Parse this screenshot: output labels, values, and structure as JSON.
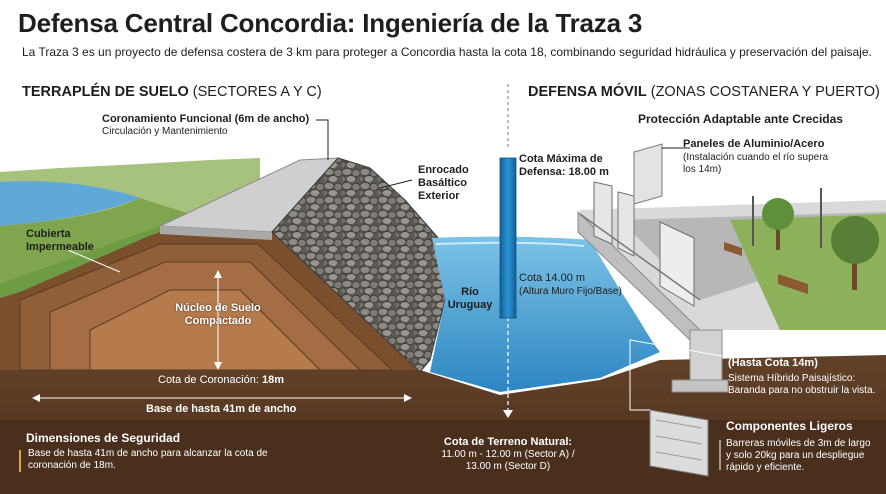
{
  "header": {
    "title": "Defensa Central Concordia: Ingeniería de la Traza 3",
    "subtitle": "La Traza 3 es un proyecto de defensa costera de 3 km para proteger a Concordia hasta la cota 18, combinando seguridad hidráulica y preservación del paisaje."
  },
  "left": {
    "heading": "TERRAPLÉN DE SUELO",
    "heading_note": "(SECTORES A Y C)",
    "crown_title": "Coronamiento Funcional (6m de ancho)",
    "crown_sub": "Circulación y Mantenimiento",
    "rock_label_1": "Enrocado",
    "rock_label_2": "Basáltico",
    "rock_label_3": "Exterior",
    "cover_1": "Cubierta",
    "cover_2": "Impermeable",
    "core_1": "Núcleo de Suelo",
    "core_2": "Compactado",
    "crown_height_prefix": "Cota de Coronación: ",
    "crown_height_value": "18m",
    "base_width": "Base de hasta 41m de ancho",
    "safety_title": "Dimensiones de Seguridad",
    "safety_text_1": "Base de hasta 41m de ancho para alcanzar la cota de",
    "safety_text_2": "coronación de 18m."
  },
  "center": {
    "max_1": "Cota Máxima de",
    "max_2": "Defensa: 18.00 m",
    "river_1": "Río",
    "river_2": "Uruguay",
    "mid_1": "Cota 14.00 m",
    "mid_2": "(Altura Muro Fijo/Base)",
    "ground_title": "Cota de Terreno Natural:",
    "ground_1": "11.00 m - 12.00 m (Sector A) /",
    "ground_2": "13.00 m (Sector D)"
  },
  "right": {
    "heading": "DEFENSA MÓVIL",
    "heading_note": "(ZONAS COSTANERA Y PUERTO)",
    "protect": "Protección Adaptable ante Crecidas",
    "panels_title": "Paneles de Aluminio/Acero",
    "panels_sub_1": "(Instalación cuando el río supera",
    "panels_sub_2": "los 14m)",
    "wall_title_1": "Muro Fijo de Hormigón",
    "wall_title_2": "(Hasta Cota 14m)",
    "wall_sub_1": "Sistema Híbrido Paisajístico:",
    "wall_sub_2": "Baranda para no obstruir la vista.",
    "light_title": "Componentes Ligeros",
    "light_1": "Barreras móviles de 3m de largo",
    "light_2": "y solo 20kg para un despliegue",
    "light_3": "rápido y eficiente."
  },
  "colors": {
    "water": "#3f97cf",
    "water_light": "#8ccaea",
    "soil": "#5a3a24",
    "grass": "#7fa64e",
    "sky": "#ffffff",
    "gauge": "#1d82c4"
  }
}
